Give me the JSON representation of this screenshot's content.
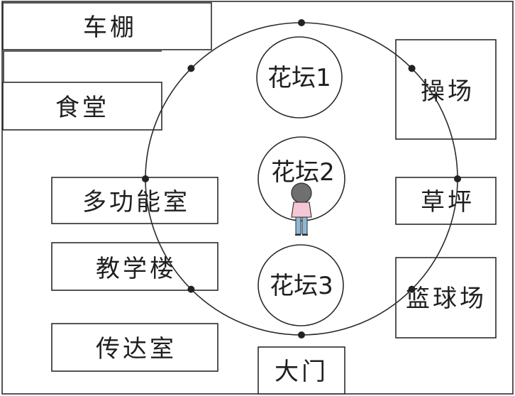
{
  "buildings": {
    "bike_shed": "车棚",
    "canteen": "食堂",
    "multi_function_room": "多功能室",
    "teaching_building": "教学楼",
    "guard_room": "传达室",
    "playground": "操场",
    "lawn": "草坪",
    "basketball_court": "篮球场",
    "main_gate": "大门"
  },
  "flower_beds": {
    "bed_1": "花坛1",
    "bed_2": "花坛2",
    "bed_3": "花坛3"
  },
  "colors": {
    "line": "#2b2b2b",
    "child_hair": "#6a6a6a",
    "child_shirt": "#f4c7d4",
    "child_legs": "#8fb8d8"
  }
}
